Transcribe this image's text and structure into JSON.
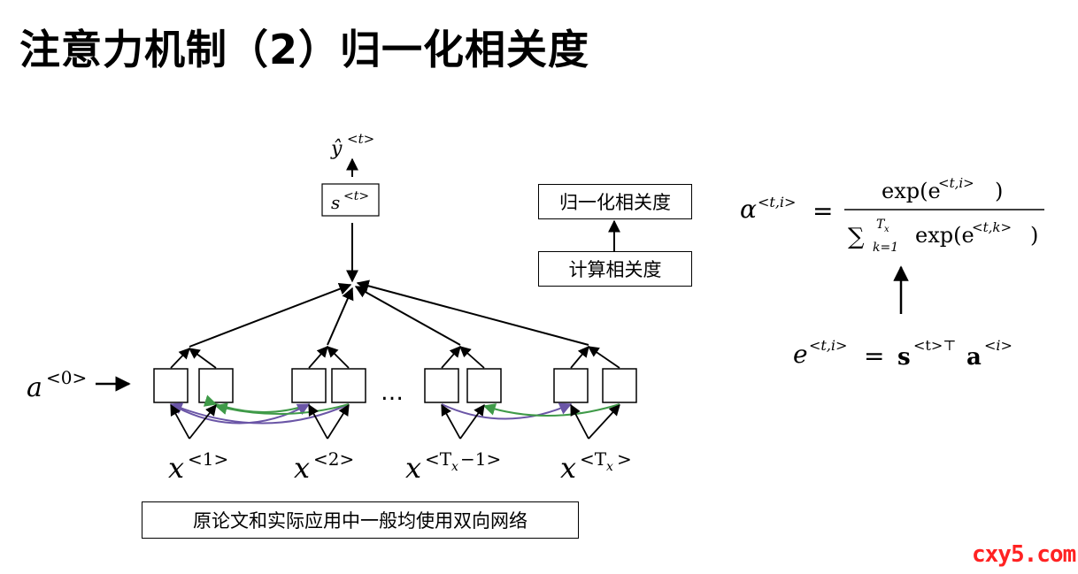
{
  "title": "注意力机制（2）归一化相关度",
  "diagram": {
    "output_label": "ŷ",
    "output_sup": "<t>",
    "state_label": "s",
    "state_sup": "<t>",
    "initial_activation": "a",
    "initial_sup": "<0>",
    "ellipsis": "…",
    "inputs": [
      {
        "base": "x",
        "sup": "<1>"
      },
      {
        "base": "x",
        "sup": "<2>"
      },
      {
        "base": "x",
        "sup_prefix": "<T",
        "sup_sub": "x",
        "sup_suffix": "−1>"
      },
      {
        "base": "x",
        "sup_prefix": "<T",
        "sup_sub": "x",
        "sup_suffix": ">"
      }
    ],
    "note": "原论文和实际应用中一般均使用双向网络"
  },
  "flow": {
    "top_box": "归一化相关度",
    "bottom_box": "计算相关度"
  },
  "formulas": {
    "alpha_lhs": "α",
    "alpha_sup": "<t,i>",
    "equals": "=",
    "numerator_fn": "exp(e",
    "numerator_sup": "<t,i>",
    "numerator_close": ")",
    "sum_symbol": "∑",
    "sum_upper": "T",
    "sum_upper_sub": "x",
    "sum_lower": "k=1",
    "denominator_fn": "exp(e",
    "denominator_sup": "<t,k>",
    "denominator_close": ")",
    "e_lhs": "e",
    "e_sup": "<t,i>",
    "s_bold": "s",
    "s_sup": "<t>⊤",
    "a_bold": "a",
    "a_sup": "<i>"
  },
  "watermark": "cxy5.com",
  "colors": {
    "purple_arrow": "#6a55a6",
    "green_arrow": "#3f9a48",
    "watermark": "#ff2222"
  }
}
